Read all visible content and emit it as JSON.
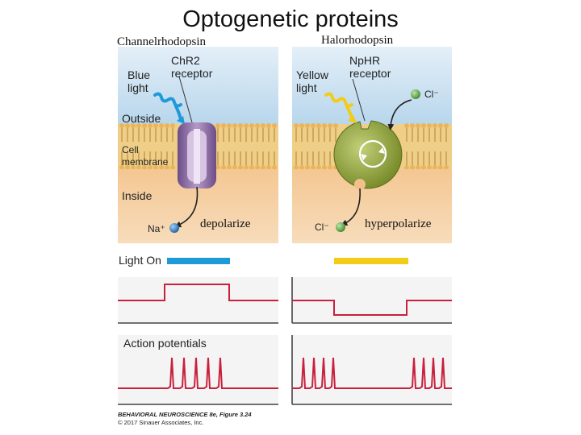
{
  "title": "Optogenetic proteins",
  "left_caption": "Channelrhodopsin",
  "right_caption": "Halorhodopsin",
  "left_panel": {
    "light_label": [
      "Blue",
      "light"
    ],
    "receptor_label": [
      "ChR2",
      "receptor"
    ],
    "outside_label": "Outside",
    "membrane_label": [
      "Cell",
      "membrane"
    ],
    "inside_label": "Inside",
    "ion_label": "Na⁺",
    "effect_label": "depolarize"
  },
  "right_panel": {
    "light_label": [
      "Yellow",
      "light"
    ],
    "receptor_label": [
      "NpHR",
      "receptor"
    ],
    "ion_top_label": "Cl⁻",
    "ion_bottom_label": "Cl⁻",
    "effect_label": "hyperpolarize"
  },
  "light_on_label": "Light On",
  "action_potentials_label": "Action potentials",
  "credit_line1": "BEHAVIORAL NEUROSCIENCE 8e, Figure 3.24",
  "credit_line2": "© 2017 Sinauer Associates, Inc.",
  "colors": {
    "outside_fluid": "#cfe3f2",
    "membrane_band": "#efcf88",
    "inside_fluid": "#f3c08c",
    "blue_light": "#1f9ad8",
    "yellow_light": "#f2cc16",
    "trace": "#c8203e",
    "channel": "#8b6fa5",
    "pump": "#8ea03a"
  }
}
